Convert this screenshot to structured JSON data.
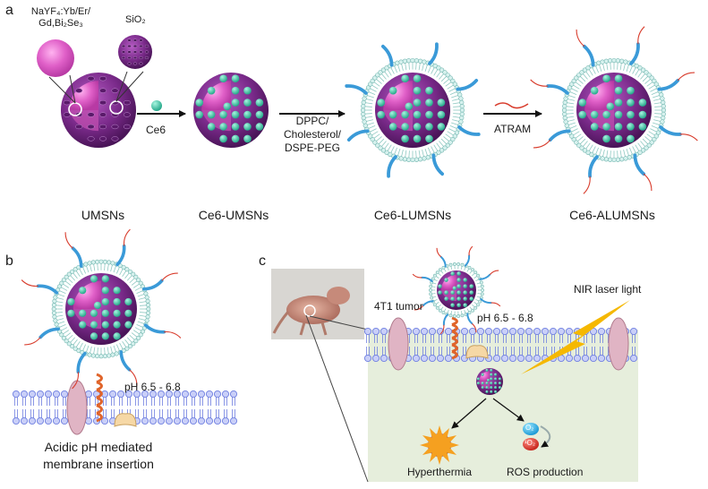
{
  "panels": {
    "a": "a",
    "b": "b",
    "c": "c"
  },
  "panel_a": {
    "core_label_lines": [
      "NaYF₄:Yb/Er/",
      "Gd,Bi₂Se₃"
    ],
    "shell_label": "SiO₂",
    "step1_reagent": "Ce6",
    "step2_reagent_lines": [
      "DPPC/",
      "Cholesterol/",
      "DSPE-PEG"
    ],
    "step3_reagent": "ATRAM",
    "names": [
      "UMSNs",
      "Ce6-UMSNs",
      "Ce6-LUMSNs",
      "Ce6-ALUMSNs"
    ]
  },
  "panel_b": {
    "ph_label": "pH 6.5 - 6.8",
    "caption_lines": [
      "Acidic pH mediated",
      "membrane insertion"
    ]
  },
  "panel_c": {
    "tumor_label": "4T1 tumor",
    "laser_label": "NIR laser light",
    "ph_label": "pH 6.5 - 6.8",
    "o2_label": "O₂",
    "singlet_o2_label": "¹O₂",
    "outcomes": [
      "Hyperthermia",
      "ROS production"
    ]
  },
  "colors": {
    "particle_purple": "#7a2a8a",
    "dot_teal": "#3cc8a8",
    "core_pink": "#e060c8",
    "peg_blue": "#3a9ad8",
    "atram_red": "#d83c2c",
    "lipid_blue": "#6f7fe0",
    "cell_bg": "#e6eedc",
    "laser_yellow": "#f5b800",
    "helix_orange": "#e0642a"
  }
}
